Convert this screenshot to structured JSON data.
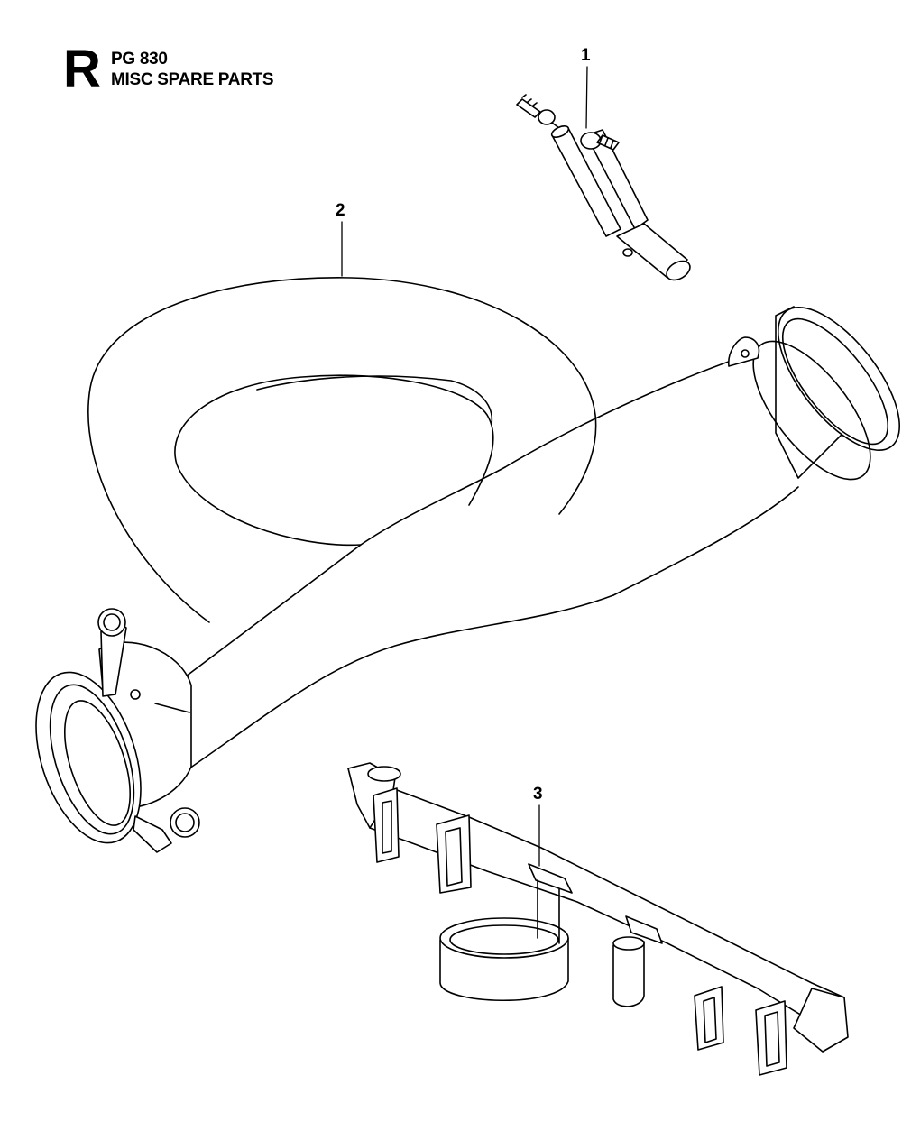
{
  "header": {
    "section_letter": "R",
    "page_code": "PG 830",
    "page_title": "MISC SPARE PARTS"
  },
  "callouts": [
    {
      "number": "1"
    },
    {
      "number": "2"
    },
    {
      "number": "3"
    }
  ]
}
